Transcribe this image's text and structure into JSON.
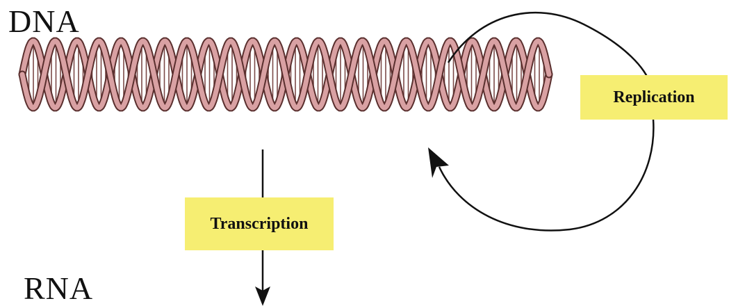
{
  "labels": {
    "dna": "DNA",
    "rna": "RNA",
    "replication": "Replication",
    "transcription": "Transcription"
  },
  "colors": {
    "strand_fill": "#d9a1a3",
    "strand_edge": "#5a2f2e",
    "rung": "#7b4a48",
    "box_fill": "#f6ee72",
    "arrow": "#111111"
  },
  "helix": {
    "turns": 12
  }
}
